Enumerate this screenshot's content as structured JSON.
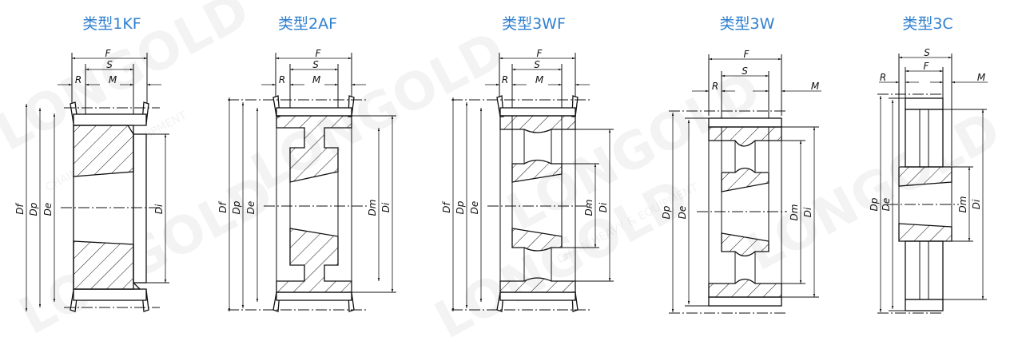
{
  "watermark": {
    "brand": "LONGOLD",
    "tagline": "CHAIN HEAVY & EQUIPMENT"
  },
  "colors": {
    "title": "#2f80d0",
    "line": "#111111"
  },
  "diagrams": [
    {
      "title": "类型1KF",
      "labels": {
        "F": "F",
        "S": "S",
        "R": "R",
        "M": "M",
        "Df": "Df",
        "Dp": "Dp",
        "De": "De",
        "Di": "Di"
      }
    },
    {
      "title": "类型2AF",
      "labels": {
        "F": "F",
        "S": "S",
        "R": "R",
        "M": "M",
        "Df": "Df",
        "Dp": "Dp",
        "De": "De",
        "Dm": "Dm",
        "Di": "Di"
      }
    },
    {
      "title": "类型3WF",
      "labels": {
        "F": "F",
        "S": "S",
        "R": "R",
        "M": "M",
        "Df": "Df",
        "Dp": "Dp",
        "De": "De",
        "Dm": "Dm",
        "Di": "Di"
      }
    },
    {
      "title": "类型3W",
      "labels": {
        "F": "F",
        "S": "S",
        "R": "R",
        "M": "M",
        "Dp": "Dp",
        "De": "De",
        "Dm": "Dm",
        "Di": "Di"
      }
    },
    {
      "title": "类型3C",
      "labels": {
        "S": "S",
        "F": "F",
        "R": "R",
        "M": "M",
        "Dp": "Dp",
        "De": "De",
        "Dm": "Dm",
        "Di": "Di"
      }
    }
  ]
}
